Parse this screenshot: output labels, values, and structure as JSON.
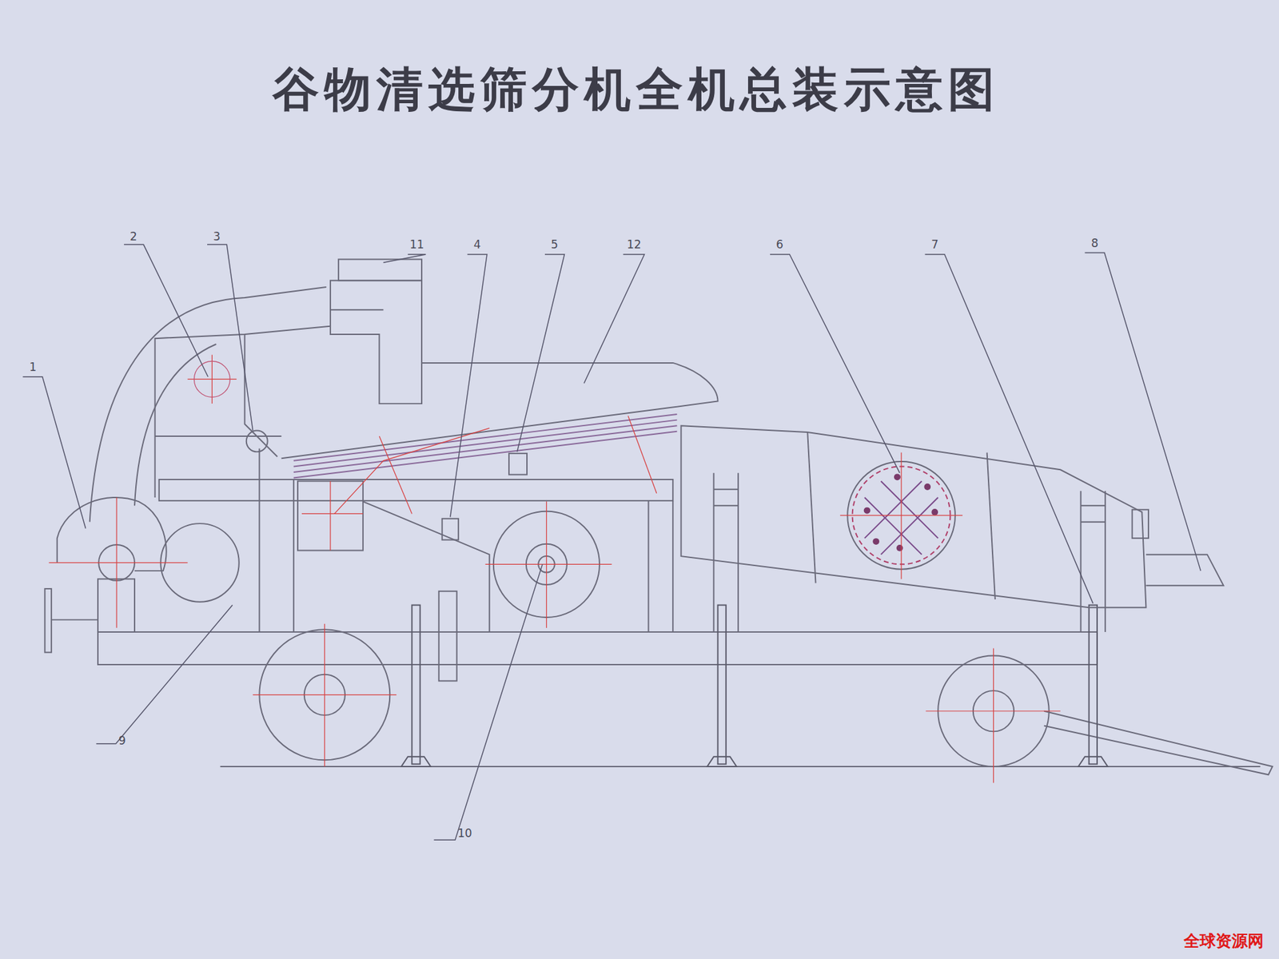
{
  "diagram": {
    "title": "谷物清选筛分机全机总装示意图",
    "labels": [
      "2",
      "3",
      "11",
      "4",
      "5",
      "12",
      "6",
      "7",
      "8",
      "1",
      "9",
      "10",
      "全球资源网"
    ]
  }
}
